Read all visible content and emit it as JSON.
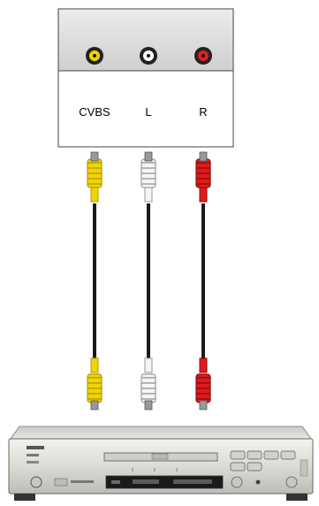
{
  "panel": {
    "ports": [
      {
        "label": "CVBS",
        "color": "#f2d400"
      },
      {
        "label": "L",
        "color": "#ffffff"
      },
      {
        "label": "R",
        "color": "#e0201b"
      }
    ]
  },
  "cables": [
    {
      "color": "#f0d400",
      "shade": "#b89a00",
      "name": "yellow"
    },
    {
      "color": "#f5f5f5",
      "shade": "#9a9a9a",
      "name": "white"
    },
    {
      "color": "#e01a1a",
      "shade": "#8e0d0d",
      "name": "red"
    }
  ],
  "device": {
    "body_color": "#dadad5"
  }
}
